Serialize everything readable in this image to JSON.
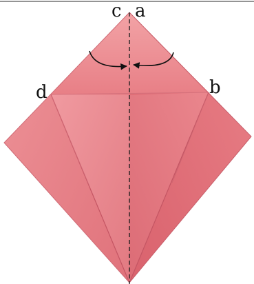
{
  "diagram": {
    "labels": {
      "c": "c",
      "a": "a",
      "b": "b",
      "d": "d"
    },
    "colors": {
      "paper_light": "#eb8a90",
      "paper_mid": "#e27079",
      "paper_shade": "#d65e69",
      "paper_dark": "#c94f5b",
      "edge": "#b7444f",
      "fold_line": "#222222",
      "arrow": "#111111"
    }
  }
}
